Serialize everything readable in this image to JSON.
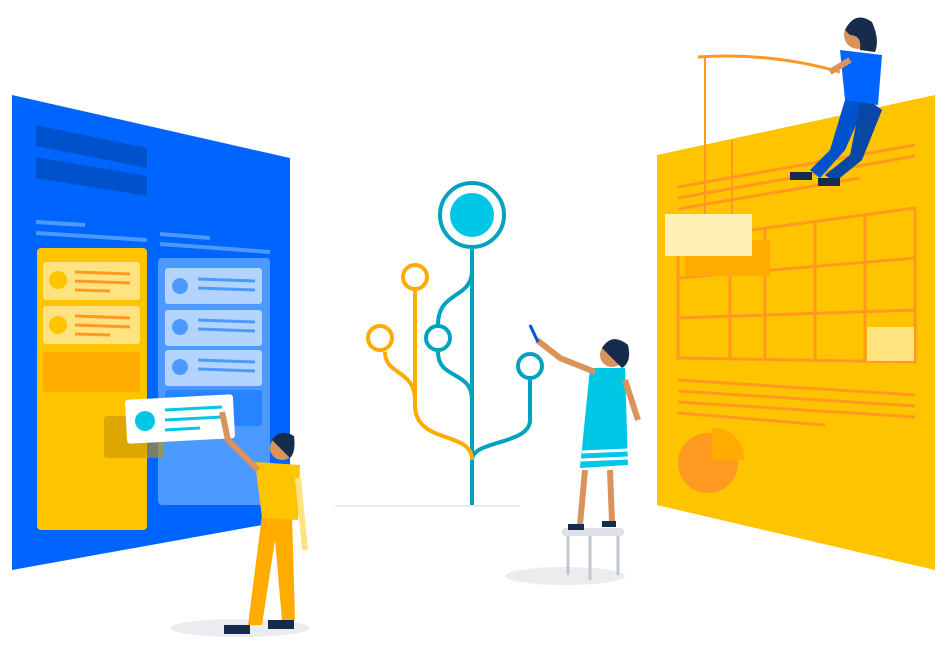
{
  "illustration": {
    "colors": {
      "blue": "#0065FF",
      "blue_dark": "#0052CC",
      "blue_light": "#4C9AFF",
      "yellow": "#FFC400",
      "yellow_light": "#FFE380",
      "orange": "#FF991F",
      "teal": "#00A3BF",
      "cyan": "#00C7E6",
      "skin": "#D9935B",
      "hair": "#172B4D"
    },
    "elements": [
      "kanban-board-panel",
      "roadmap-tree",
      "spreadsheet-panel",
      "person-holding-card",
      "person-on-stool",
      "person-fishing"
    ]
  }
}
